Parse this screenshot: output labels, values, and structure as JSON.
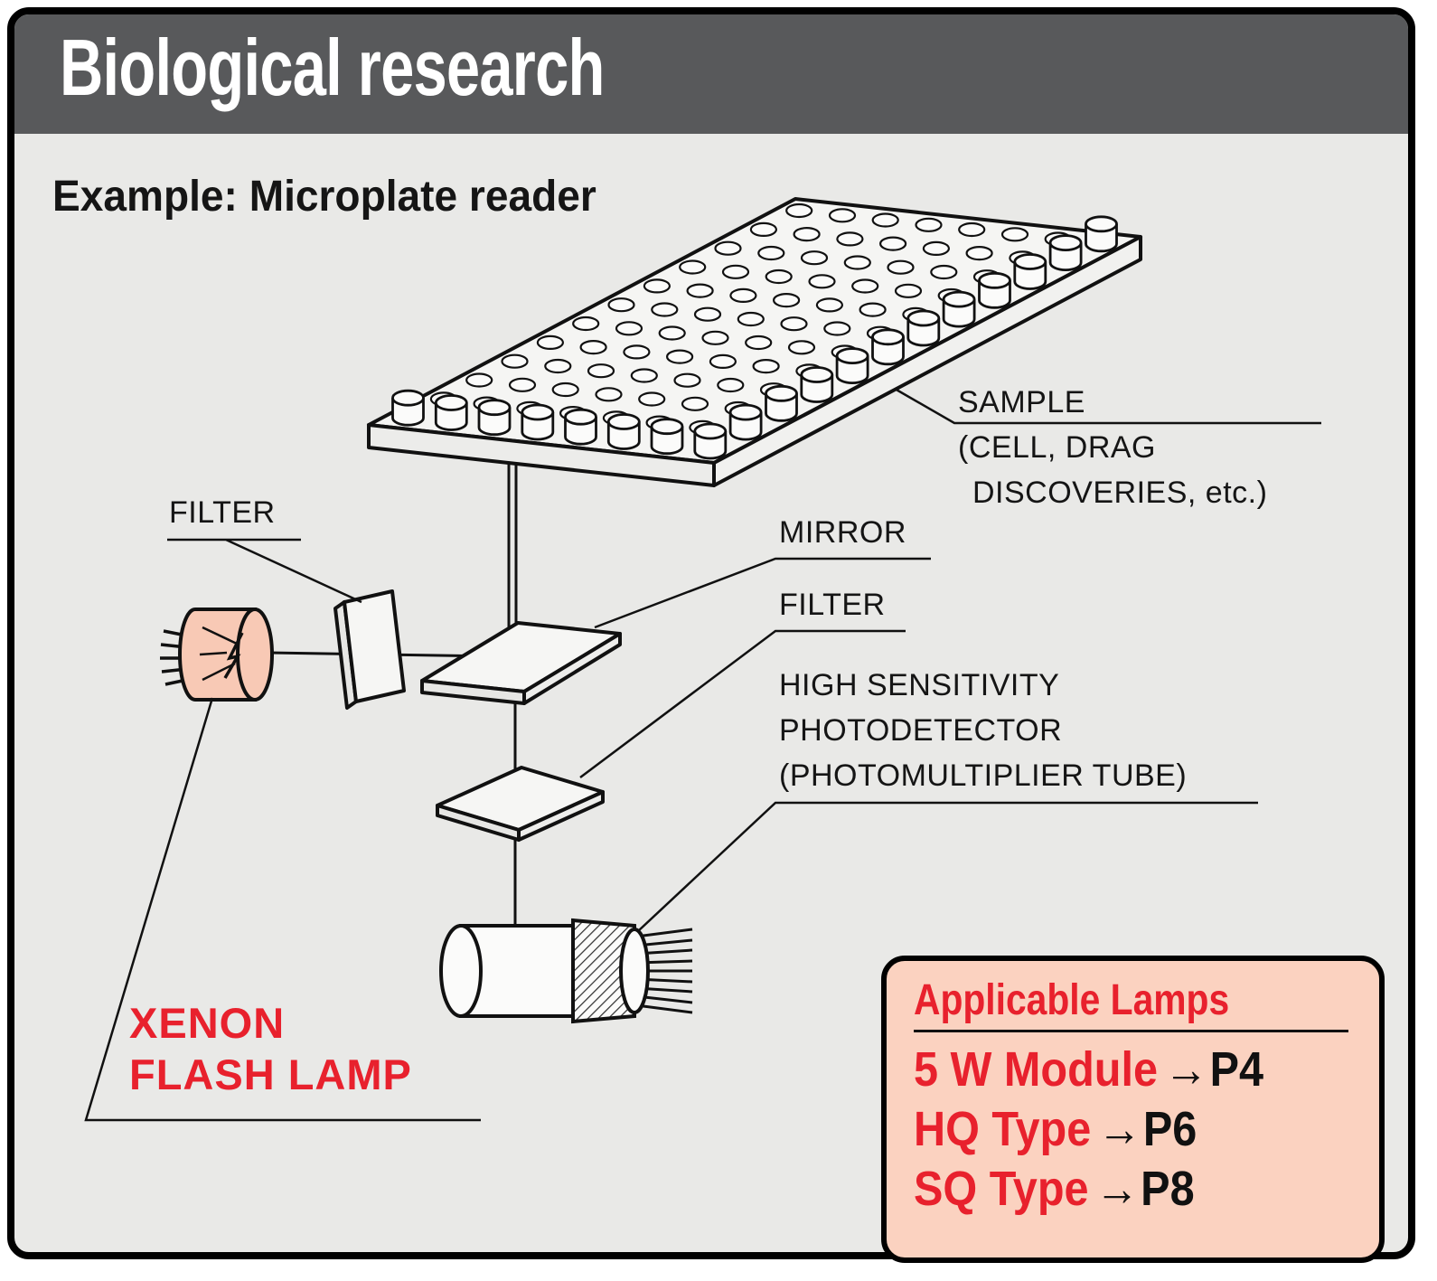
{
  "header": {
    "title": "Biological research"
  },
  "example": {
    "title": "Example: Microplate reader"
  },
  "diagram": {
    "labels": {
      "filter_left": "FILTER",
      "mirror": "MIRROR",
      "filter_right": "FILTER",
      "sample_line1": "SAMPLE",
      "sample_line2": "(CELL, DRAG",
      "sample_line3": "DISCOVERIES, etc.)",
      "detector_line1": "HIGH SENSITIVITY",
      "detector_line2": "PHOTODETECTOR",
      "detector_line3": "(PHOTOMULTIPLIER TUBE)",
      "xenon_line1": "XENON",
      "xenon_line2": "FLASH LAMP"
    }
  },
  "applicable_lamps": {
    "title": "Applicable Lamps",
    "items": [
      {
        "name": "5 W Module",
        "arrow": "→",
        "page": "P4"
      },
      {
        "name": "HQ Type",
        "arrow": "→",
        "page": "P6"
      },
      {
        "name": "SQ Type",
        "arrow": "→",
        "page": "P8"
      }
    ]
  },
  "colors": {
    "header_bg": "#58595b",
    "panel_bg": "#e9e9e7",
    "accent_red": "#e8212d",
    "lamp_pink": "#f8c9b5",
    "box_pink": "#fbd2c0",
    "ink": "#111111"
  }
}
